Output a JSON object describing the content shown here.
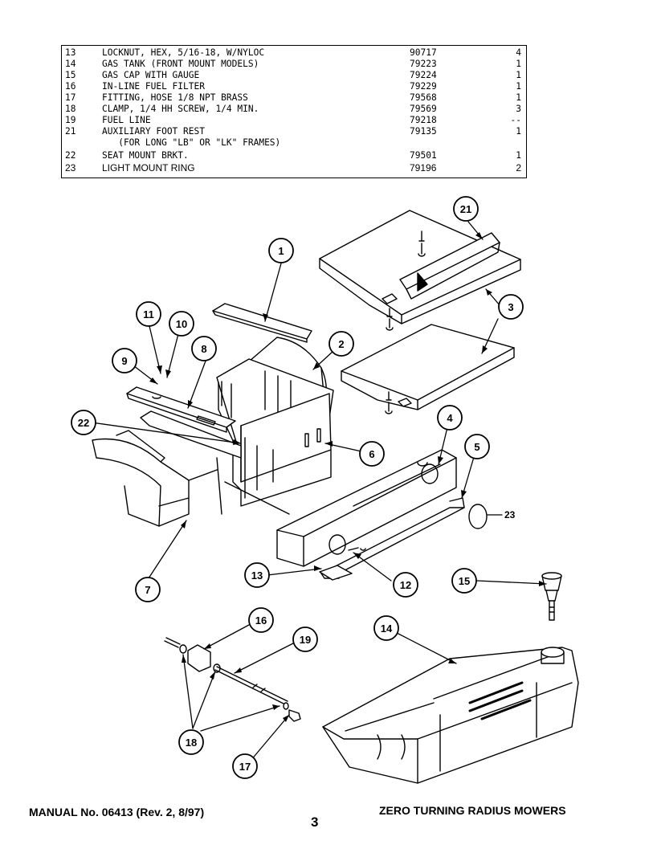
{
  "parts_table": {
    "rows": [
      {
        "num": "13",
        "desc": "LOCKNUT, HEX, 5/16-18, W/NYLOC",
        "part": "90717",
        "qty": "4"
      },
      {
        "num": "14",
        "desc": "GAS TANK (FRONT MOUNT MODELS)",
        "part": "79223",
        "qty": "1"
      },
      {
        "num": "15",
        "desc": "GAS CAP WITH GAUGE",
        "part": "79224",
        "qty": "1"
      },
      {
        "num": "16",
        "desc": "IN-LINE FUEL FILTER",
        "part": "79229",
        "qty": "1"
      },
      {
        "num": "17",
        "desc": "FITTING, HOSE 1/8 NPT BRASS",
        "part": "79568",
        "qty": "1"
      },
      {
        "num": "18",
        "desc": "CLAMP, 1/4 HH SCREW, 1/4 MIN.",
        "part": "79569",
        "qty": "3"
      },
      {
        "num": "19",
        "desc": "FUEL LINE",
        "part": "79218",
        "qty": "--"
      },
      {
        "num": "21",
        "desc": "AUXILIARY FOOT REST",
        "part": "79135",
        "qty": "1"
      },
      {
        "num": "",
        "desc": "   (FOR LONG \"LB\" OR \"LK\" FRAMES)",
        "part": "",
        "qty": ""
      },
      {
        "num": "22",
        "desc": "SEAT MOUNT BRKT.",
        "part": "79501",
        "qty": "1"
      },
      {
        "num": "23",
        "desc": "LIGHT MOUNT RING",
        "part": "79196",
        "qty": "2"
      }
    ]
  },
  "callouts": [
    "1",
    "2",
    "3",
    "4",
    "5",
    "6",
    "7",
    "8",
    "9",
    "10",
    "11",
    "12",
    "13",
    "14",
    "15",
    "16",
    "17",
    "18",
    "19",
    "21",
    "22",
    "23"
  ],
  "footer": {
    "manual": "MANUAL No. 06413 (Rev. 2, 8/97)",
    "page": "3",
    "title": "ZERO TURNING RADIUS MOWERS"
  }
}
